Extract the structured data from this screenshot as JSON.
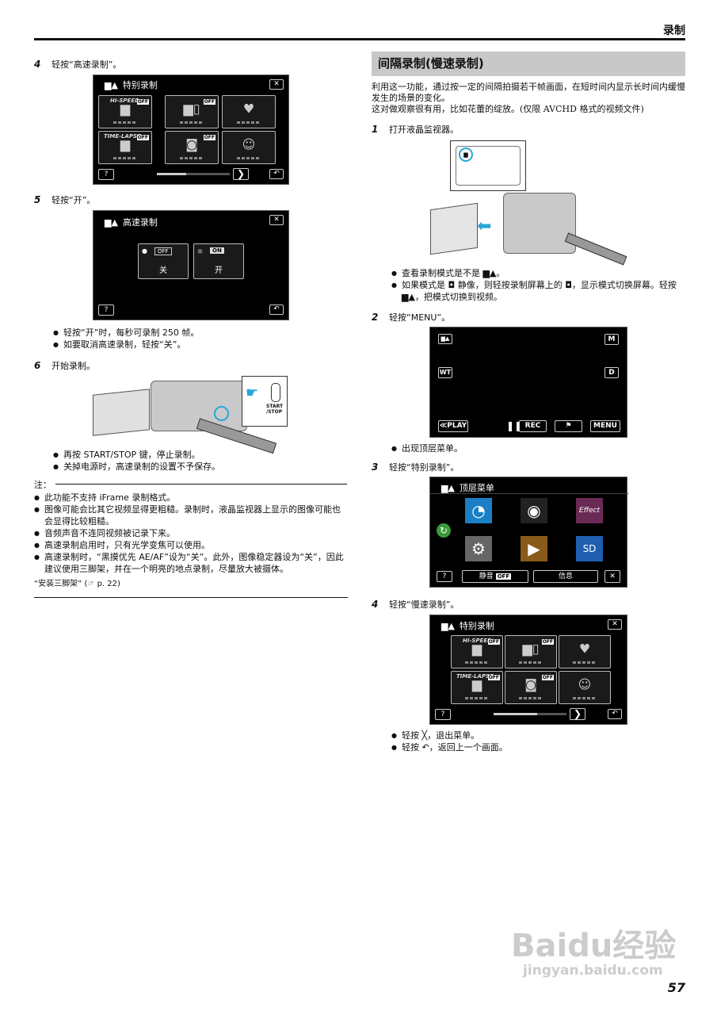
{
  "header": {
    "section": "录制",
    "page_number": "57"
  },
  "left": {
    "step4": {
      "num": "4",
      "text": "轻按“高速录制”。"
    },
    "special_menu": {
      "title": "特别录制",
      "tile_off": "OFF",
      "tile_hispeed": "HI-SPEED",
      "tile_timelapse": "TIME-LAPSE",
      "help": "?",
      "progress_percent": 40
    },
    "step5": {
      "num": "5",
      "text": "轻按“开”。"
    },
    "hispeed_menu": {
      "title": "高速录制",
      "off_tag": "OFF",
      "off_label": "关",
      "on_tag": "ON",
      "on_label": "开",
      "help": "?"
    },
    "step5_bullets": [
      "轻按“开”时，每秒可录制 250 帧。",
      "如要取消高速录制，轻按“关”。"
    ],
    "step6": {
      "num": "6",
      "text": "开始录制。"
    },
    "startstop_label": "START\n/STOP",
    "step6_bullets": [
      "再按 START/STOP 键，停止录制。",
      "关掉电源时，高速录制的设置不予保存。"
    ],
    "note": {
      "header": "注：",
      "items": [
        "此功能不支持 iFrame 录制格式。",
        "图像可能会比其它视频显得更粗糙。录制时，液晶监视器上显示的图像可能也会显得比较粗糙。",
        "音频声音不连同视频被记录下来。",
        "高速录制启用时，只有光学变焦可以使用。",
        "高速录制时，“黑摸优先 AE/AF”设为“关”。此外，图像稳定器设为“关”，因此建议使用三脚架，并在一个明亮的地点录制，尽量放大被摄体。"
      ],
      "link": "“安装三脚架” (☞ p. 22)"
    }
  },
  "right": {
    "section_title": "间隔录制(慢速录制)",
    "intro": [
      "利用这一功能，通过按一定的间隔拍摄若干帧画面，在短时间内显示长时间内缓慢发生的场景的变化。",
      "这对做观察很有用，比如花蕾的绽放。(仅限 AVCHD 格式的视频文件)"
    ],
    "step1": {
      "num": "1",
      "text": "打开液晶监视器。"
    },
    "step1_bullets": [
      "查看录制模式是不是 ▆▲。",
      "如果模式是 ◘ 静像，则轻按录制屏幕上的 ◘，显示模式切换屏幕。轻按 ▆▲，把模式切换到视频。"
    ],
    "step2": {
      "num": "2",
      "text": "轻按“MENU”。"
    },
    "rec_screen": {
      "m": "M",
      "wt": "WT",
      "d": "D",
      "play": "≪PLAY",
      "rec": "REC",
      "menu": "MENU"
    },
    "step2_bullets": [
      "出现顶层菜单。"
    ],
    "step3": {
      "num": "3",
      "text": "轻按“特别录制”。"
    },
    "top_menu": {
      "title": "顶层菜单",
      "mute": "静音",
      "mute_off": "OFF",
      "info": "信息",
      "help": "?"
    },
    "step4": {
      "num": "4",
      "text": "轻按“慢速录制”。"
    },
    "special_menu": {
      "title": "特别录制",
      "tile_off": "OFF",
      "tile_hispeed": "HI-SPEED",
      "tile_timelapse": "TIME-LAPSE",
      "help": "?",
      "progress_percent": 60
    },
    "step4_bullets": [
      "轻按 ╳，退出菜单。",
      "轻按 ↶，返回上一个画面。"
    ]
  },
  "watermark": {
    "brand": "Baidu经验",
    "url": "jingyan.baidu.com"
  }
}
